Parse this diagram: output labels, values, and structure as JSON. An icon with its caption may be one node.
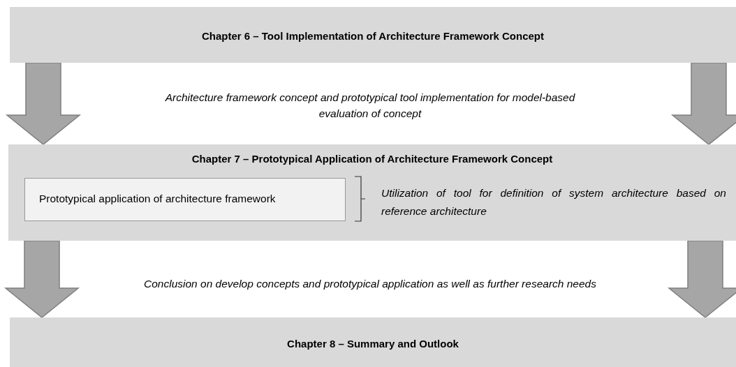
{
  "diagram": {
    "nodes": [
      {
        "text": [
          "Chapter 6 – Tool Implementation of Architecture Framework Concept"
        ]
      },
      {
        "text": [
          "Chapter 7 – Prototypical Application of Architecture Framework Concept"
        ]
      },
      {
        "text": [
          "Prototypical application of architecture framework"
        ],
        "in": 1,
        "beside": [
          "Utilization of tool for definition of system architecture based on reference architecture"
        ]
      },
      {
        "text": [
          "Chapter 8 – Summary and Outlook"
        ]
      }
    ],
    "edges": [
      {
        "from": 0,
        "to": 1,
        "arrow": "to"
      },
      {
        "from": 0,
        "to": 1,
        "arrow": "to"
      },
      {
        "from": 1,
        "to": 3,
        "arrow": "to"
      },
      {
        "from": 1,
        "to": 3,
        "arrow": "to"
      }
    ],
    "labels": [
      "Architecture framework  concept and  prototypical tool implementation for model-based evaluation of concept",
      "Conclusion on develop concepts and prototypical application as well as further research needs"
    ]
  }
}
